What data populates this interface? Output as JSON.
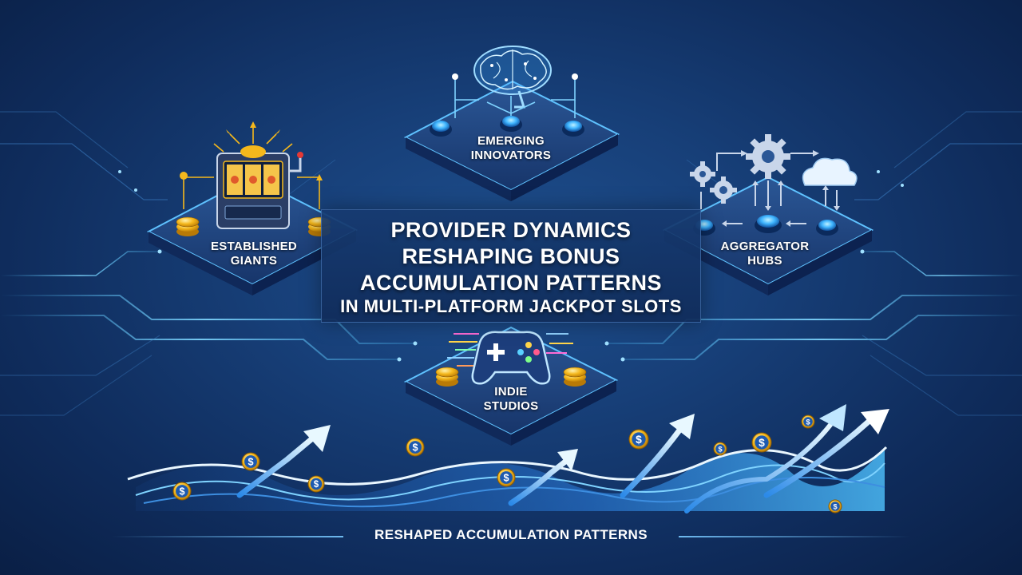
{
  "title": {
    "line1": "PROVIDER DYNAMICS",
    "line2": "RESHAPING BONUS",
    "line3": "ACCUMULATION PATTERNS",
    "line4": "IN MULTI-PLATFORM JACKPOT SLOTS"
  },
  "nodes": [
    {
      "id": "emerging",
      "line1": "EMERGING",
      "line2": "INNOVATORS",
      "icon": "brain-icon"
    },
    {
      "id": "established",
      "line1": "ESTABLISHED",
      "line2": "GIANTS",
      "icon": "slot-machine-icon"
    },
    {
      "id": "aggregator",
      "line1": "AGGREGATOR",
      "line2": "HUBS",
      "icon": "gears-cloud-icon"
    },
    {
      "id": "indie",
      "line1": "INDIE",
      "line2": "STUDIOS",
      "icon": "gamepad-icon"
    }
  ],
  "footer": {
    "label": "RESHAPED ACCUMULATION PATTERNS"
  },
  "coin_symbol": "$",
  "colors": {
    "background": "#173f78",
    "accent": "#4fc3ff",
    "platform": "#16305e",
    "coin": "#f5b81c",
    "text": "#ffffff"
  }
}
